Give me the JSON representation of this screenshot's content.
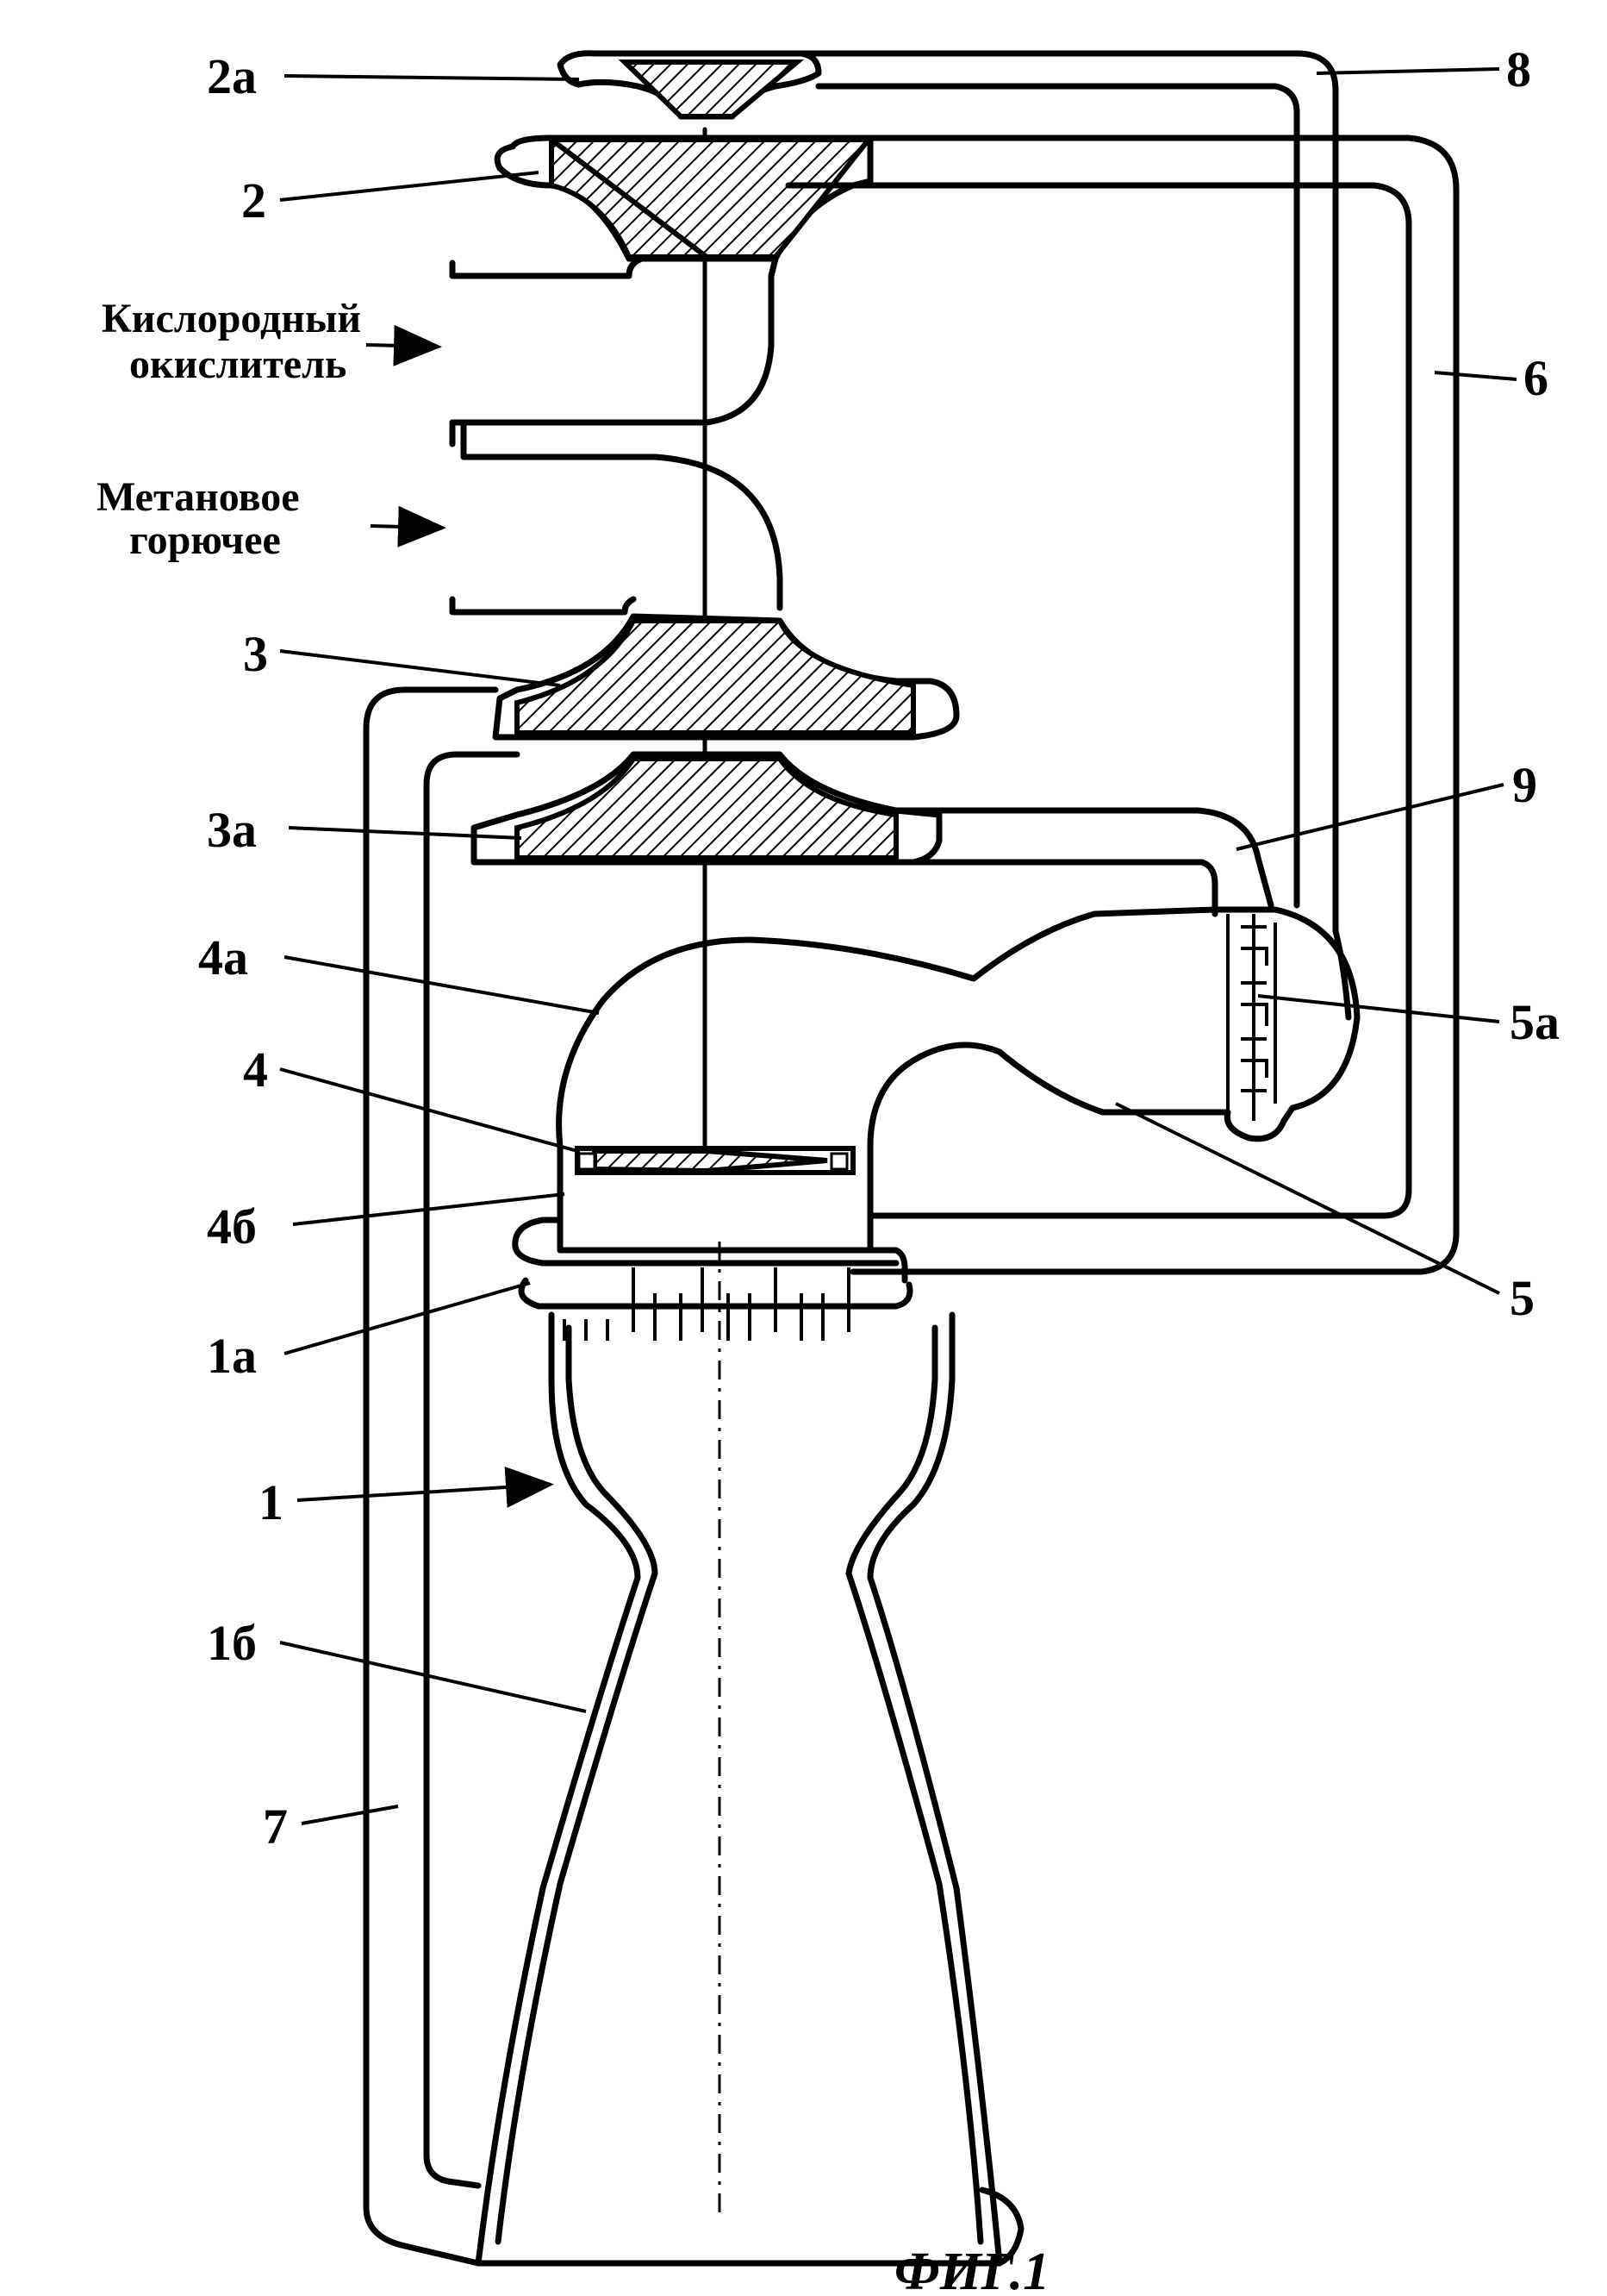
{
  "labels": {
    "l2a": "2а",
    "l2": "2",
    "l3": "3",
    "l3a": "3а",
    "l4a": "4а",
    "l4": "4",
    "l4b": "4б",
    "l1a": "1а",
    "l1": "1",
    "l1b": "1б",
    "l7": "7",
    "l8": "8",
    "l6": "6",
    "l9": "9",
    "l5a": "5а",
    "l5": "5"
  },
  "inputs": {
    "oxidizer_line1": "Кислородный",
    "oxidizer_line2": "окислитель",
    "fuel_line1": "Метановое",
    "fuel_line2": "горючее"
  },
  "caption": "ФИГ.1"
}
